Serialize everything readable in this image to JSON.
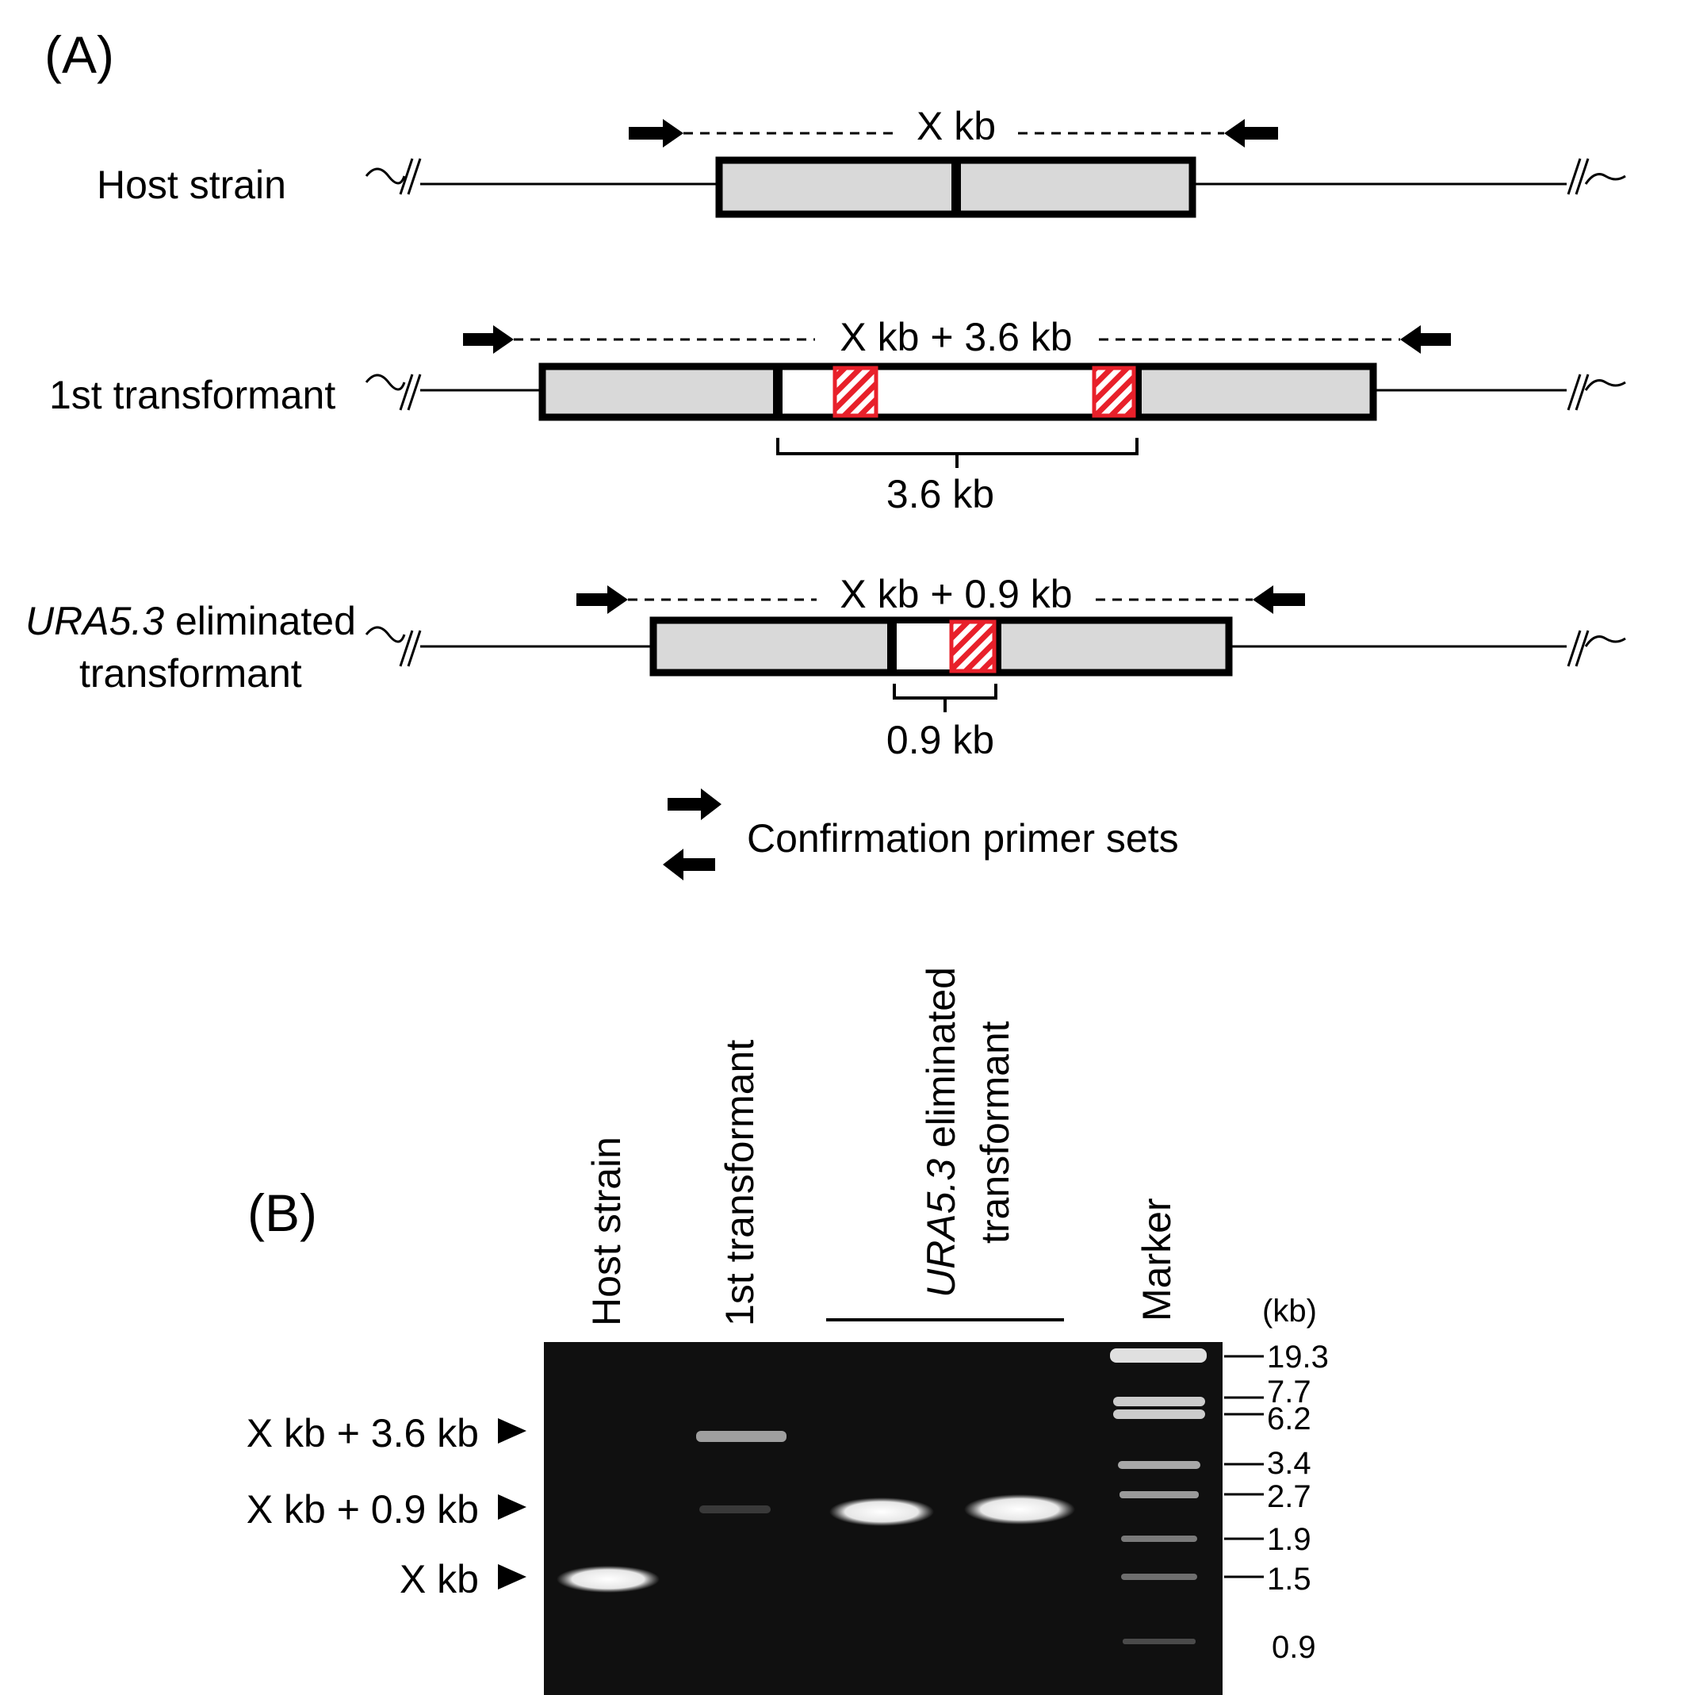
{
  "panel_a": {
    "label": "(A)",
    "rows": [
      {
        "label_lines": [
          "Host strain"
        ],
        "amplicon": "X kb",
        "bracket": ""
      },
      {
        "label_lines": [
          "1st transformant"
        ],
        "amplicon": "X kb + 3.6 kb",
        "bracket": "3.6 kb"
      },
      {
        "label_italic": "URA5.3",
        "label_lines": [
          " eliminated",
          "transformant"
        ],
        "amplicon": "X kb + 0.9 kb",
        "bracket": "0.9 kb"
      }
    ],
    "legend": "Confirmation primer sets",
    "colors": {
      "gene_fill": "#d9d9d9",
      "marker_red": "#e8202a",
      "outline": "#000000"
    },
    "icons": [
      "forward-primer-arrow-icon",
      "reverse-primer-arrow-icon",
      "break-mark-icon"
    ]
  },
  "panel_b": {
    "label": "(B)",
    "lanes": [
      {
        "label": "Host strain"
      },
      {
        "label": "1st transformant"
      },
      {
        "label_italic": "URA5.3",
        "label": " eliminated",
        "label2": "transformant"
      },
      {
        "label": "Marker"
      }
    ],
    "unit": "(kb)",
    "marker_sizes": [
      "19.3",
      "7.7",
      "6.2",
      "3.4",
      "2.7",
      "1.9",
      "1.5",
      "0.9"
    ],
    "band_labels": [
      "X kb + 3.6 kb",
      "X kb + 0.9 kb",
      "X kb"
    ]
  }
}
